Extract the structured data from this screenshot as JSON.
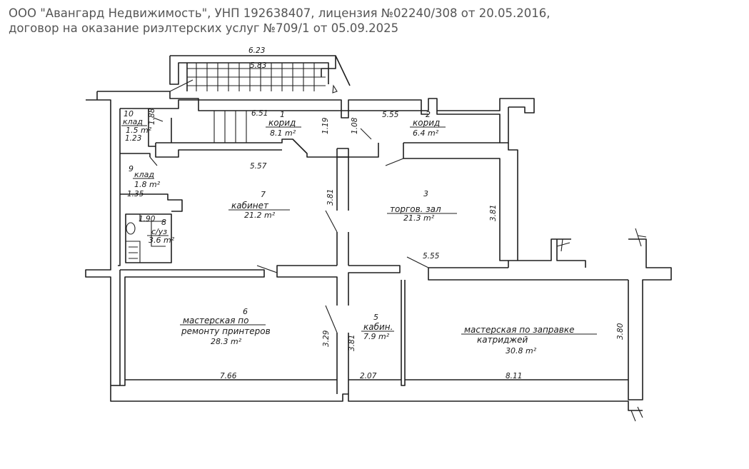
{
  "header": {
    "line1": "ООО \"Авангард Недвижимость\", УНП 192638407, лицензия №02240/308 от 20.05.2016,",
    "line2": "договор на оказание риэлтерских услуг №709/1 от 05.09.2025"
  },
  "rooms": [
    {
      "num": "1",
      "name": "корид",
      "area": "8.1 m²"
    },
    {
      "num": "2",
      "name": "корид",
      "area": "6.4 m²"
    },
    {
      "num": "3",
      "name": "торгов. зал",
      "area": "21.3 m²"
    },
    {
      "num": "5",
      "name": "кабин.",
      "area": "7.9 m²"
    },
    {
      "num": "6",
      "name": "мастерская по",
      "name2": "ремонту принтеров",
      "area": "28.3 m²"
    },
    {
      "num": "7",
      "name": "кабинет",
      "area": "21.2 m²"
    },
    {
      "num": "8",
      "name": "с/уз",
      "area": "3.6 m²"
    },
    {
      "num": "9",
      "name": "клад",
      "area": "1.8 m²"
    },
    {
      "num": "10",
      "name": "клад",
      "area": "1.5 m²"
    },
    {
      "num": "",
      "name": "мастерская по заправке",
      "name2": "катриджей",
      "area": "30.8 m²"
    }
  ],
  "dimensions": {
    "top_overall": "6.23",
    "stair": "5.83",
    "corridor1_len": "6.51",
    "corridor2_len": "5.55",
    "d1_19": "1.19",
    "d1_08": "1.08",
    "room10_w": "1.23",
    "room10_h": "1.88",
    "room9_w": "1.35",
    "room8_h": "1.90",
    "room7_w": "5.57",
    "room7_h": "3.81",
    "room3_h": "3.81",
    "room3_w": "5.55",
    "room6_w": "7.66",
    "room6_h": "3.29",
    "room5_h": "3.81",
    "room5_w": "2.07",
    "room_last_w": "8.11",
    "room_last_h": "3.80"
  }
}
